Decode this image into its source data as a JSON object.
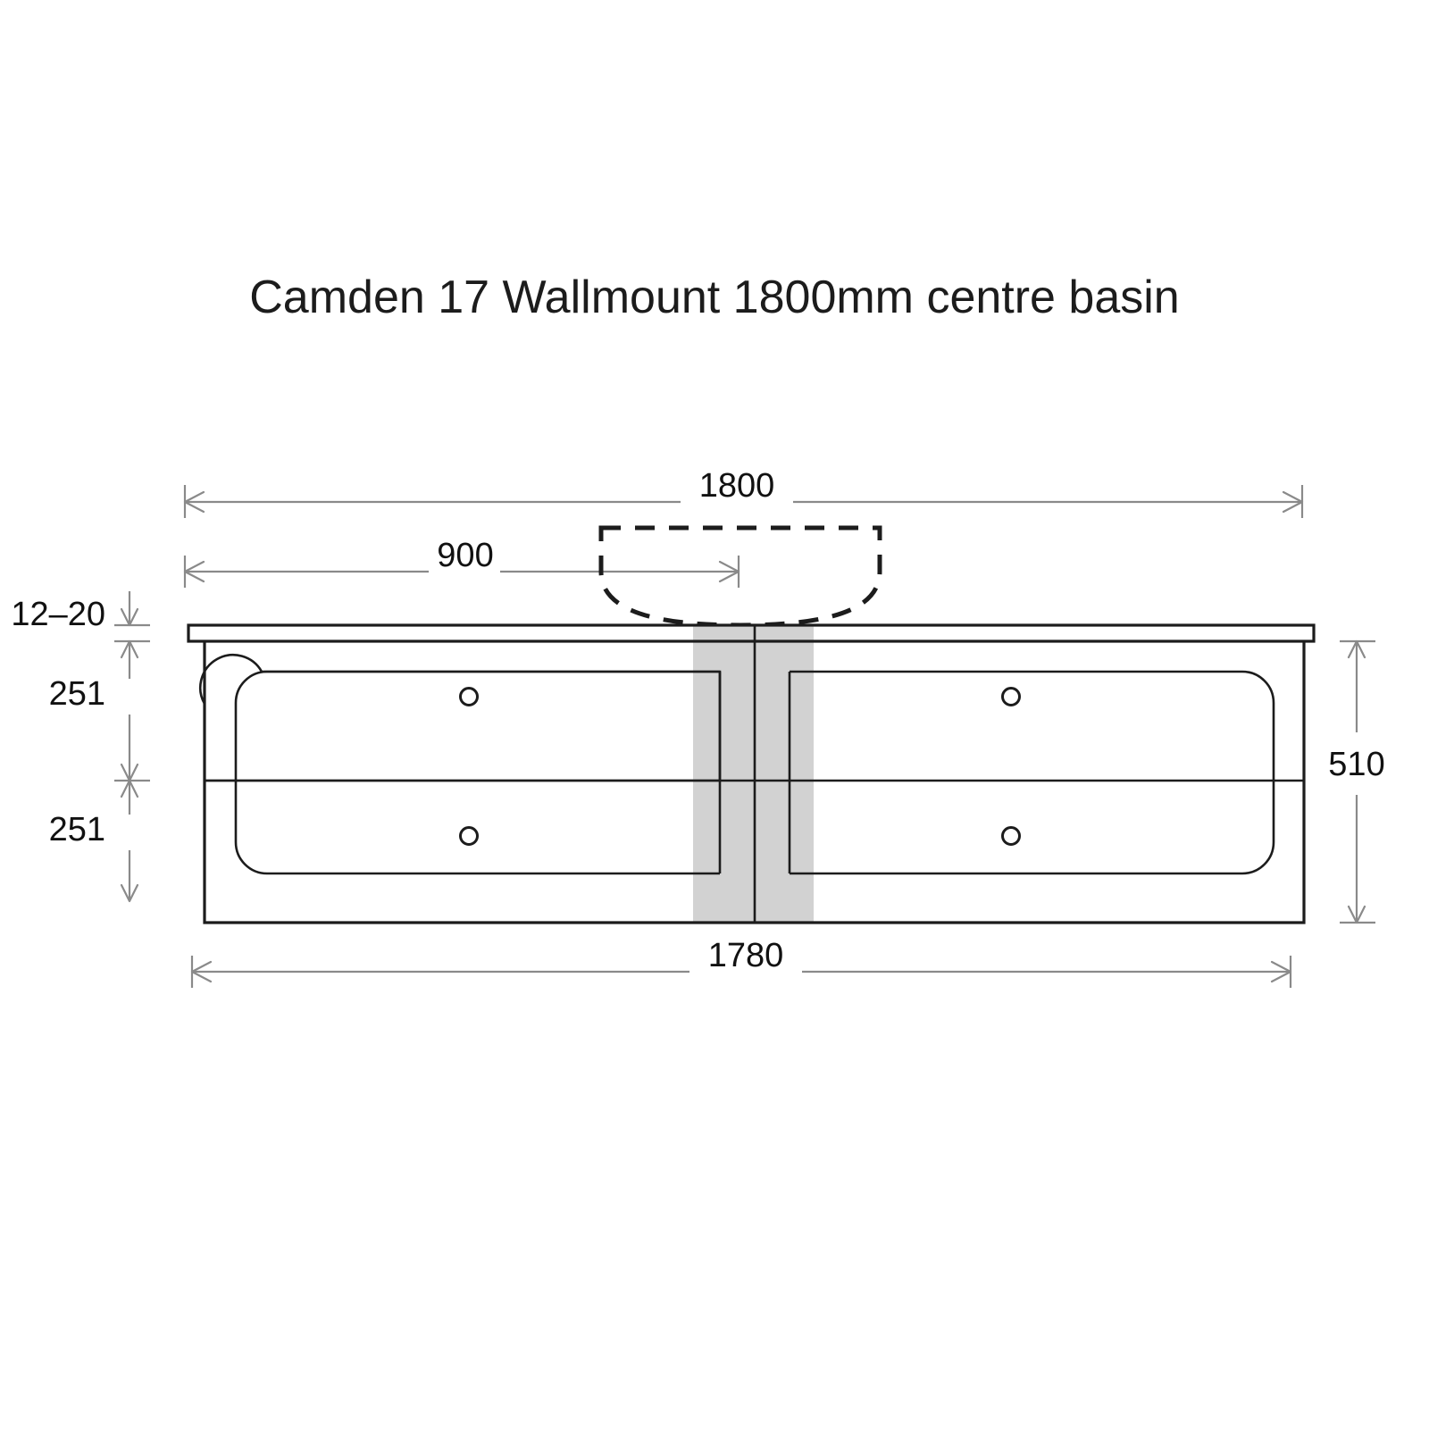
{
  "title": "Camden 17 Wallmount 1800mm centre basin",
  "colors": {
    "line": "#1c1c1c",
    "dimension": "#8a8a8a",
    "shade": "#d2d2d2",
    "background": "#ffffff"
  },
  "dimensions": {
    "overall_width_top": "1800",
    "basin_centre_offset": "900",
    "countertop_thickness": "12–20",
    "upper_drawer_height": "251",
    "lower_drawer_height": "251",
    "cabinet_height": "510",
    "cabinet_width": "1780"
  },
  "labels": {
    "top_width": "1800",
    "basin_offset": "900",
    "top_thickness": "12–20",
    "drawer_upper": "251",
    "drawer_lower": "251",
    "side_height": "510",
    "bottom_width": "1780"
  },
  "parts": {
    "countertop": "countertop",
    "cabinet_body": "cabinet-body",
    "upper_left_drawer": "upper-left-drawer-panel",
    "upper_right_drawer": "upper-right-drawer-panel",
    "lower_left_drawer": "lower-left-drawer-panel",
    "lower_right_drawer": "lower-right-drawer-panel",
    "basin": "basin-outline",
    "centre_band": "centre-shade-band",
    "handle_holes": 4
  },
  "units": "mm",
  "view": "front elevation"
}
